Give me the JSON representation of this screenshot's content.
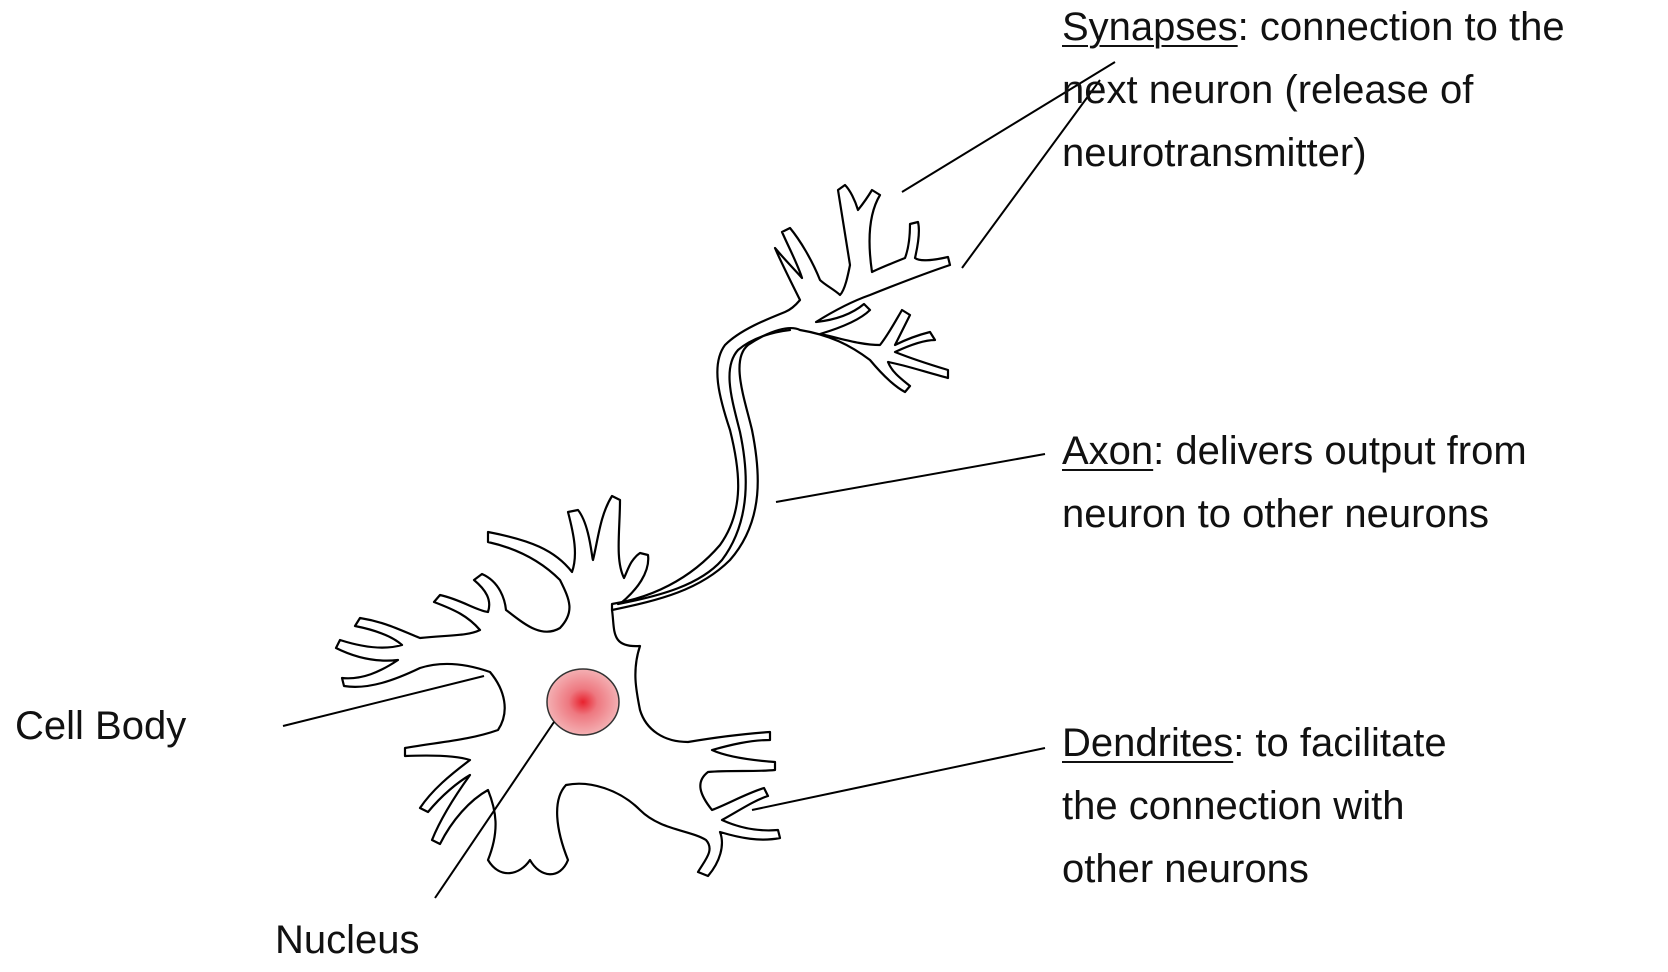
{
  "labels": {
    "synapses": {
      "term": "Synapses",
      "line1_rest": ": connection to the",
      "line2": "next neuron (release of",
      "line3": "neurotransmitter)"
    },
    "axon": {
      "term": "Axon",
      "line1_rest": ": delivers output from",
      "line2": "neuron to other neurons"
    },
    "dendrites": {
      "term": "Dendrites",
      "line1_rest": ": to facilitate",
      "line2": "the connection with",
      "line3": "other neurons"
    },
    "cell_body": "Cell Body",
    "nucleus": "Nucleus"
  },
  "colors": {
    "outline": "#000000",
    "fill": "#ffffff",
    "nucleus_center": "#e8222e",
    "nucleus_edge": "#f2a5a8"
  }
}
